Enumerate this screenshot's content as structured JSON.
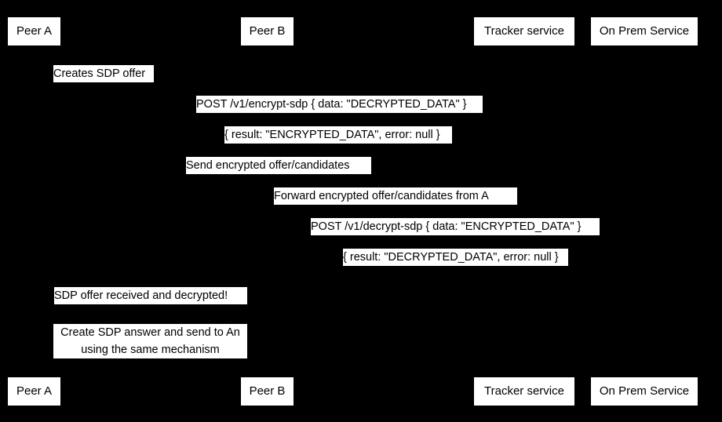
{
  "diagram": {
    "type": "sequence-diagram",
    "background_color": "#000000",
    "box_fill_color": "#ffffff",
    "text_color": "#000000",
    "participants": [
      {
        "id": "peer-a",
        "label": "Peer A"
      },
      {
        "id": "peer-b",
        "label": "Peer B"
      },
      {
        "id": "tracker-service",
        "label": "Tracker service"
      },
      {
        "id": "on-prem-service",
        "label": "On Prem Service"
      }
    ],
    "messages": [
      {
        "id": "creates-sdp-offer",
        "label": "Creates SDP offer"
      },
      {
        "id": "post-encrypt-sdp",
        "label": "POST /v1/encrypt-sdp { data: \"DECRYPTED_DATA\" }"
      },
      {
        "id": "encrypt-sdp-result",
        "label": "{ result: \"ENCRYPTED_DATA\", error: null }"
      },
      {
        "id": "send-encrypted-offer",
        "label": "Send encrypted offer/candidates"
      },
      {
        "id": "forward-encrypted-offer",
        "label": "Forward encrypted offer/candidates from A"
      },
      {
        "id": "post-decrypt-sdp",
        "label": "POST /v1/decrypt-sdp { data: \"ENCRYPTED_DATA\" }"
      },
      {
        "id": "decrypt-sdp-result",
        "label": "{ result: \"DECRYPTED_DATA\", error: null }"
      },
      {
        "id": "sdp-offer-received",
        "label": "SDP offer received and decrypted!"
      },
      {
        "id": "create-sdp-answer",
        "label": "Create SDP answer and send to An\nusing the same mechanism"
      }
    ]
  }
}
